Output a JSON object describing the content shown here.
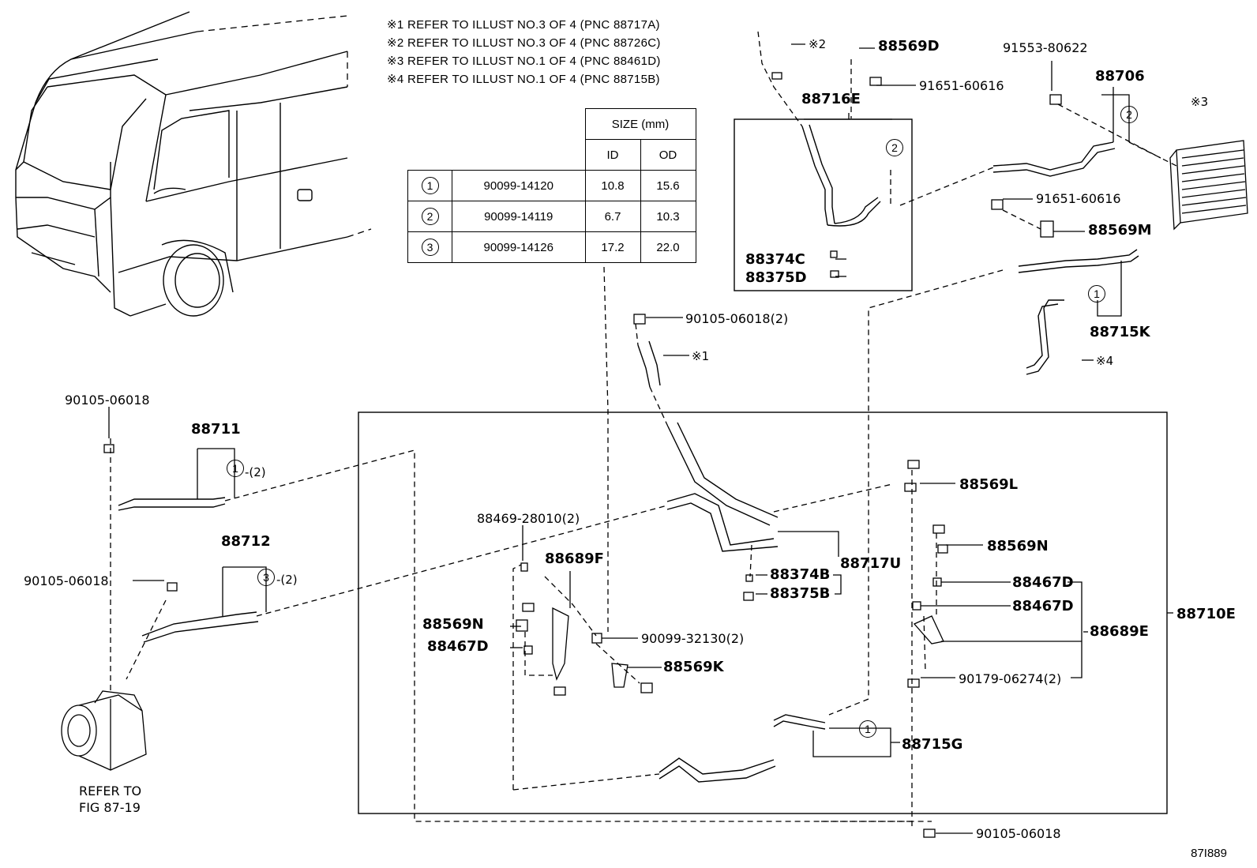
{
  "notes": [
    "※1 REFER TO ILLUST NO.3 OF 4 (PNC 88717A)",
    "※2 REFER TO ILLUST NO.3 OF 4 (PNC 88726C)",
    "※3 REFER TO ILLUST NO.1 OF 4 (PNC 88461D)",
    "※4 REFER TO ILLUST NO.1 OF 4 (PNC 88715B)"
  ],
  "size_table": {
    "header": "SIZE (mm)",
    "col_id": "ID",
    "col_od": "OD",
    "rows": [
      {
        "mark": "1",
        "part": "90099-14120",
        "id": "10.8",
        "od": "15.6"
      },
      {
        "mark": "2",
        "part": "90099-14119",
        "id": "6.7",
        "od": "10.3"
      },
      {
        "mark": "3",
        "part": "90099-14126",
        "id": "17.2",
        "od": "22.0"
      }
    ]
  },
  "labels": {
    "p88569D": "88569D",
    "p91651a": "91651-60616",
    "p88716E": "88716E",
    "p88374C": "88374C",
    "p88375D": "88375D",
    "ref2": "※2",
    "p91553": "91553-80622",
    "p88706": "88706",
    "ref3": "※3",
    "p91651b": "91651-60616",
    "p88569M": "88569M",
    "p88715K": "88715K",
    "ref4": "※4",
    "p90105a": "90105-06018(2)",
    "ref1": "※1",
    "p90105b": "90105-06018",
    "p88711": "88711",
    "q2a": "-(2)",
    "p88712": "88712",
    "q2b": "-(2)",
    "p90105c": "90105-06018",
    "refer1": "REFER TO",
    "refer2": "FIG 87-19",
    "p88469": "88469-28010(2)",
    "p88689F": "88689F",
    "p88569Na": "88569N",
    "p88467Da": "88467D",
    "p90099": "90099-32130(2)",
    "p88569K": "88569K",
    "p88374B": "88374B",
    "p88375B": "88375B",
    "p88717U": "88717U",
    "p88569L": "88569L",
    "p88569Nb": "88569N",
    "p88467Db": "88467D",
    "p88467Dc": "88467D",
    "p88689E": "88689E",
    "p90179": "90179-06274(2)",
    "p88710E": "88710E",
    "p88715G": "88715G",
    "p90105d": "90105-06018",
    "c1": "1",
    "c2": "2",
    "c3": "1",
    "c4": "1",
    "c5": "3",
    "c6": "1",
    "c7": "2"
  },
  "catalog_no": "87I889"
}
